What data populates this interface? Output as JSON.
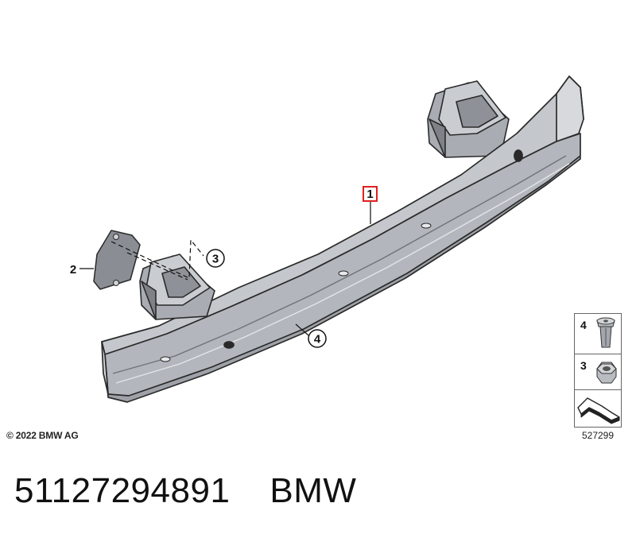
{
  "callouts": [
    {
      "number": "1",
      "highlighted": true
    },
    {
      "number": "2",
      "highlighted": false
    },
    {
      "number": "3",
      "highlighted": false
    },
    {
      "number": "4",
      "highlighted": false
    }
  ],
  "legend": {
    "items": [
      {
        "number": "4",
        "icon": "nut-clip-icon"
      },
      {
        "number": "3",
        "icon": "hex-nut-icon"
      },
      {
        "number": "",
        "icon": "orientation-arrow-icon"
      }
    ],
    "diagram_id": "527299"
  },
  "copyright": "© 2022 BMW AG",
  "footer": {
    "part_number": "51127294891",
    "brand": "BMW"
  },
  "colors": {
    "highlight": "#e02020",
    "part_fill": "#c4c7cc",
    "part_shade": "#9ea2a8",
    "part_dark": "#7e8288",
    "outline": "#2a2a2a"
  }
}
